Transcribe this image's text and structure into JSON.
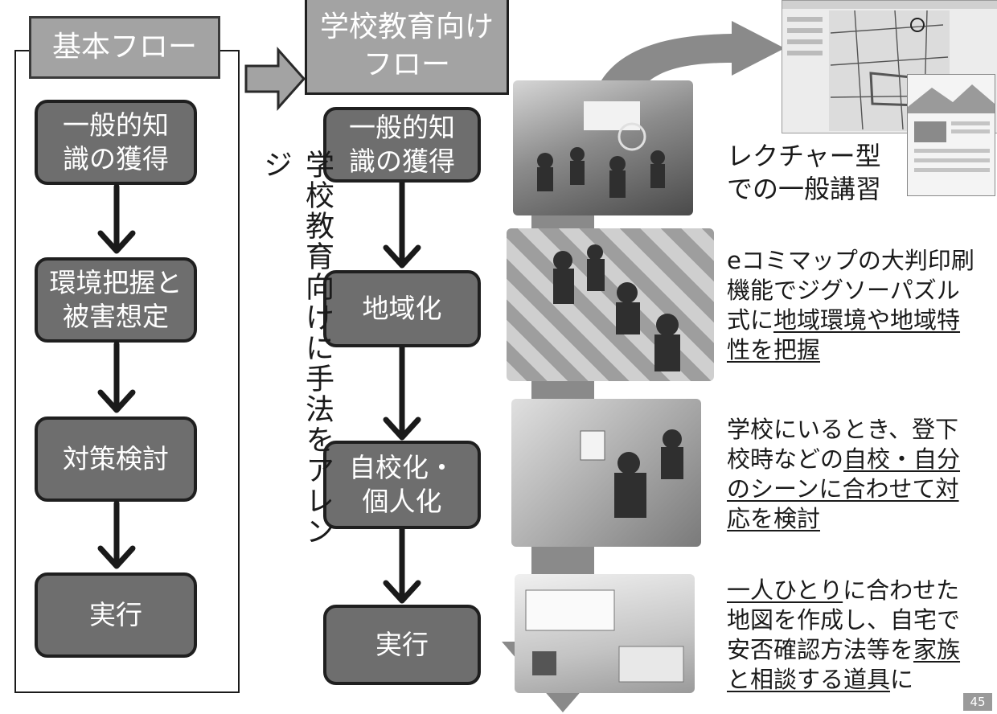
{
  "basic_flow": {
    "title": "基本フロー",
    "steps": [
      "一般的知\n識の獲得",
      "環境把握と\n被害想定",
      "対策検討",
      "実行"
    ]
  },
  "school_flow": {
    "title": "学校教育向け\nフロー",
    "steps": [
      "一般的知\n識の獲得",
      "地域化",
      "自校化・\n個人化",
      "実行"
    ]
  },
  "vertical_note": "学校教育向けに手法をアレンジ",
  "captions": {
    "lecture": "レクチャー型\nでの一般講習",
    "localize": {
      "pre": "eコミマップの大判印刷機能でジグソーパズル式に",
      "u": "地域環境や地域特性を把握",
      "post": ""
    },
    "personal": {
      "pre": "学校にいるとき、登下校時などの",
      "u": "自校・自分のシーンに合わせて対応を検討",
      "post": ""
    },
    "execute": {
      "u1": "一人ひとり",
      "mid": "に合わせた地図を作成し、自宅で安否確認方法等を",
      "u2": "家族と相談する道具",
      "post": "に"
    }
  },
  "page_number": "45",
  "colors": {
    "box_fill": "#6e6e6e",
    "box_border": "#1f1f1f",
    "header_fill": "#a3a3a3",
    "arrow": "#1a1a1a",
    "big_arrow": "#888888"
  },
  "icons": [
    "right-chevron-arrow-icon",
    "down-arrow-icon",
    "curved-arrow-icon"
  ]
}
